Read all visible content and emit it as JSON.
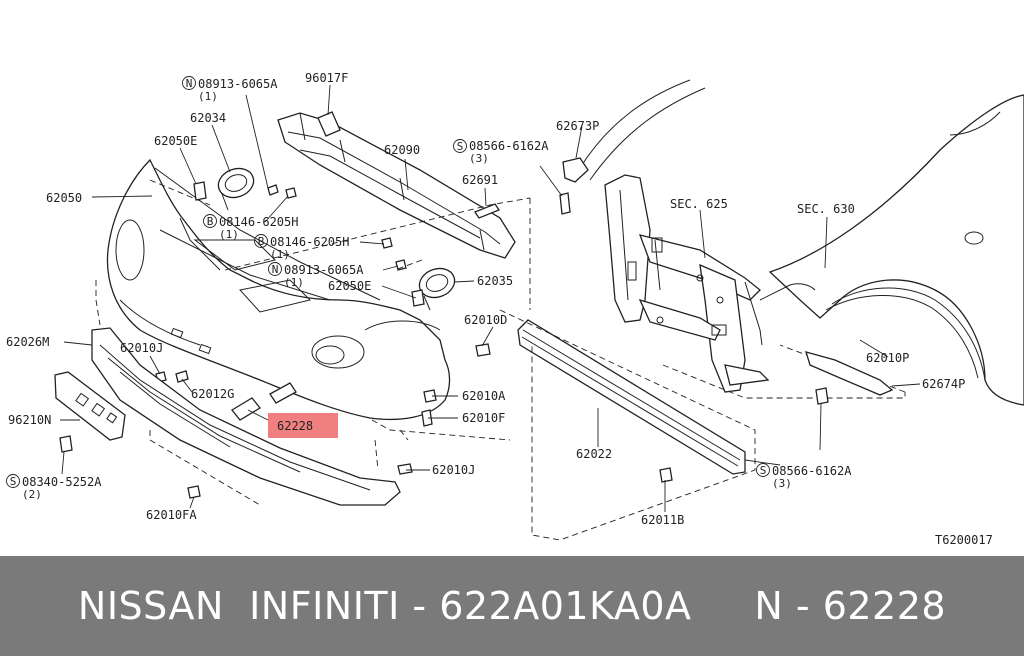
{
  "diagram_code": "T6200017",
  "footer": {
    "text": "NISSAN  INFINITI - 622A01KA0A     N - 62228",
    "background": "#7a7a7a"
  },
  "highlight_color": "#f08080",
  "callouts": {
    "p96017F": "96017F",
    "p08913_6065A_top": "08913-6065A",
    "p08913_6065A_top_qty": "(1)",
    "p62034": "62034",
    "p62050E_top": "62050E",
    "p62050": "62050",
    "p08146_6205H_a": "08146-6205H",
    "p08146_6205H_a_qty": "(1)",
    "p08146_6205H_b": "08146-6205H",
    "p08146_6205H_b_qty": "(1)",
    "p08913_6065A_mid": "08913-6065A",
    "p08913_6065A_mid_qty": "(1)",
    "p62050E_mid": "62050E",
    "p62035": "62035",
    "p62090": "62090",
    "p62691": "62691",
    "p08566_6162A_top": "08566-6162A",
    "p08566_6162A_top_qty": "(3)",
    "p62673P": "62673P",
    "sec625": "SEC. 625",
    "sec630": "SEC. 630",
    "p62010D": "62010D",
    "p62026M": "62026M",
    "p62010J_a": "62010J",
    "p62012G": "62012G",
    "p96210N": "96210N",
    "p62228": "62228",
    "p62010A": "62010A",
    "p62010F": "62010F",
    "p62010J_b": "62010J",
    "p08340_5252A": "08340-5252A",
    "p08340_5252A_qty": "(2)",
    "p62010FA": "62010FA",
    "p62022": "62022",
    "p62011B": "62011B",
    "p08566_6162A_bot": "08566-6162A",
    "p08566_6162A_bot_qty": "(3)",
    "p62010P": "62010P",
    "p62674P": "62674P"
  },
  "symbols": {
    "n": "N",
    "b": "B",
    "s": "S"
  }
}
